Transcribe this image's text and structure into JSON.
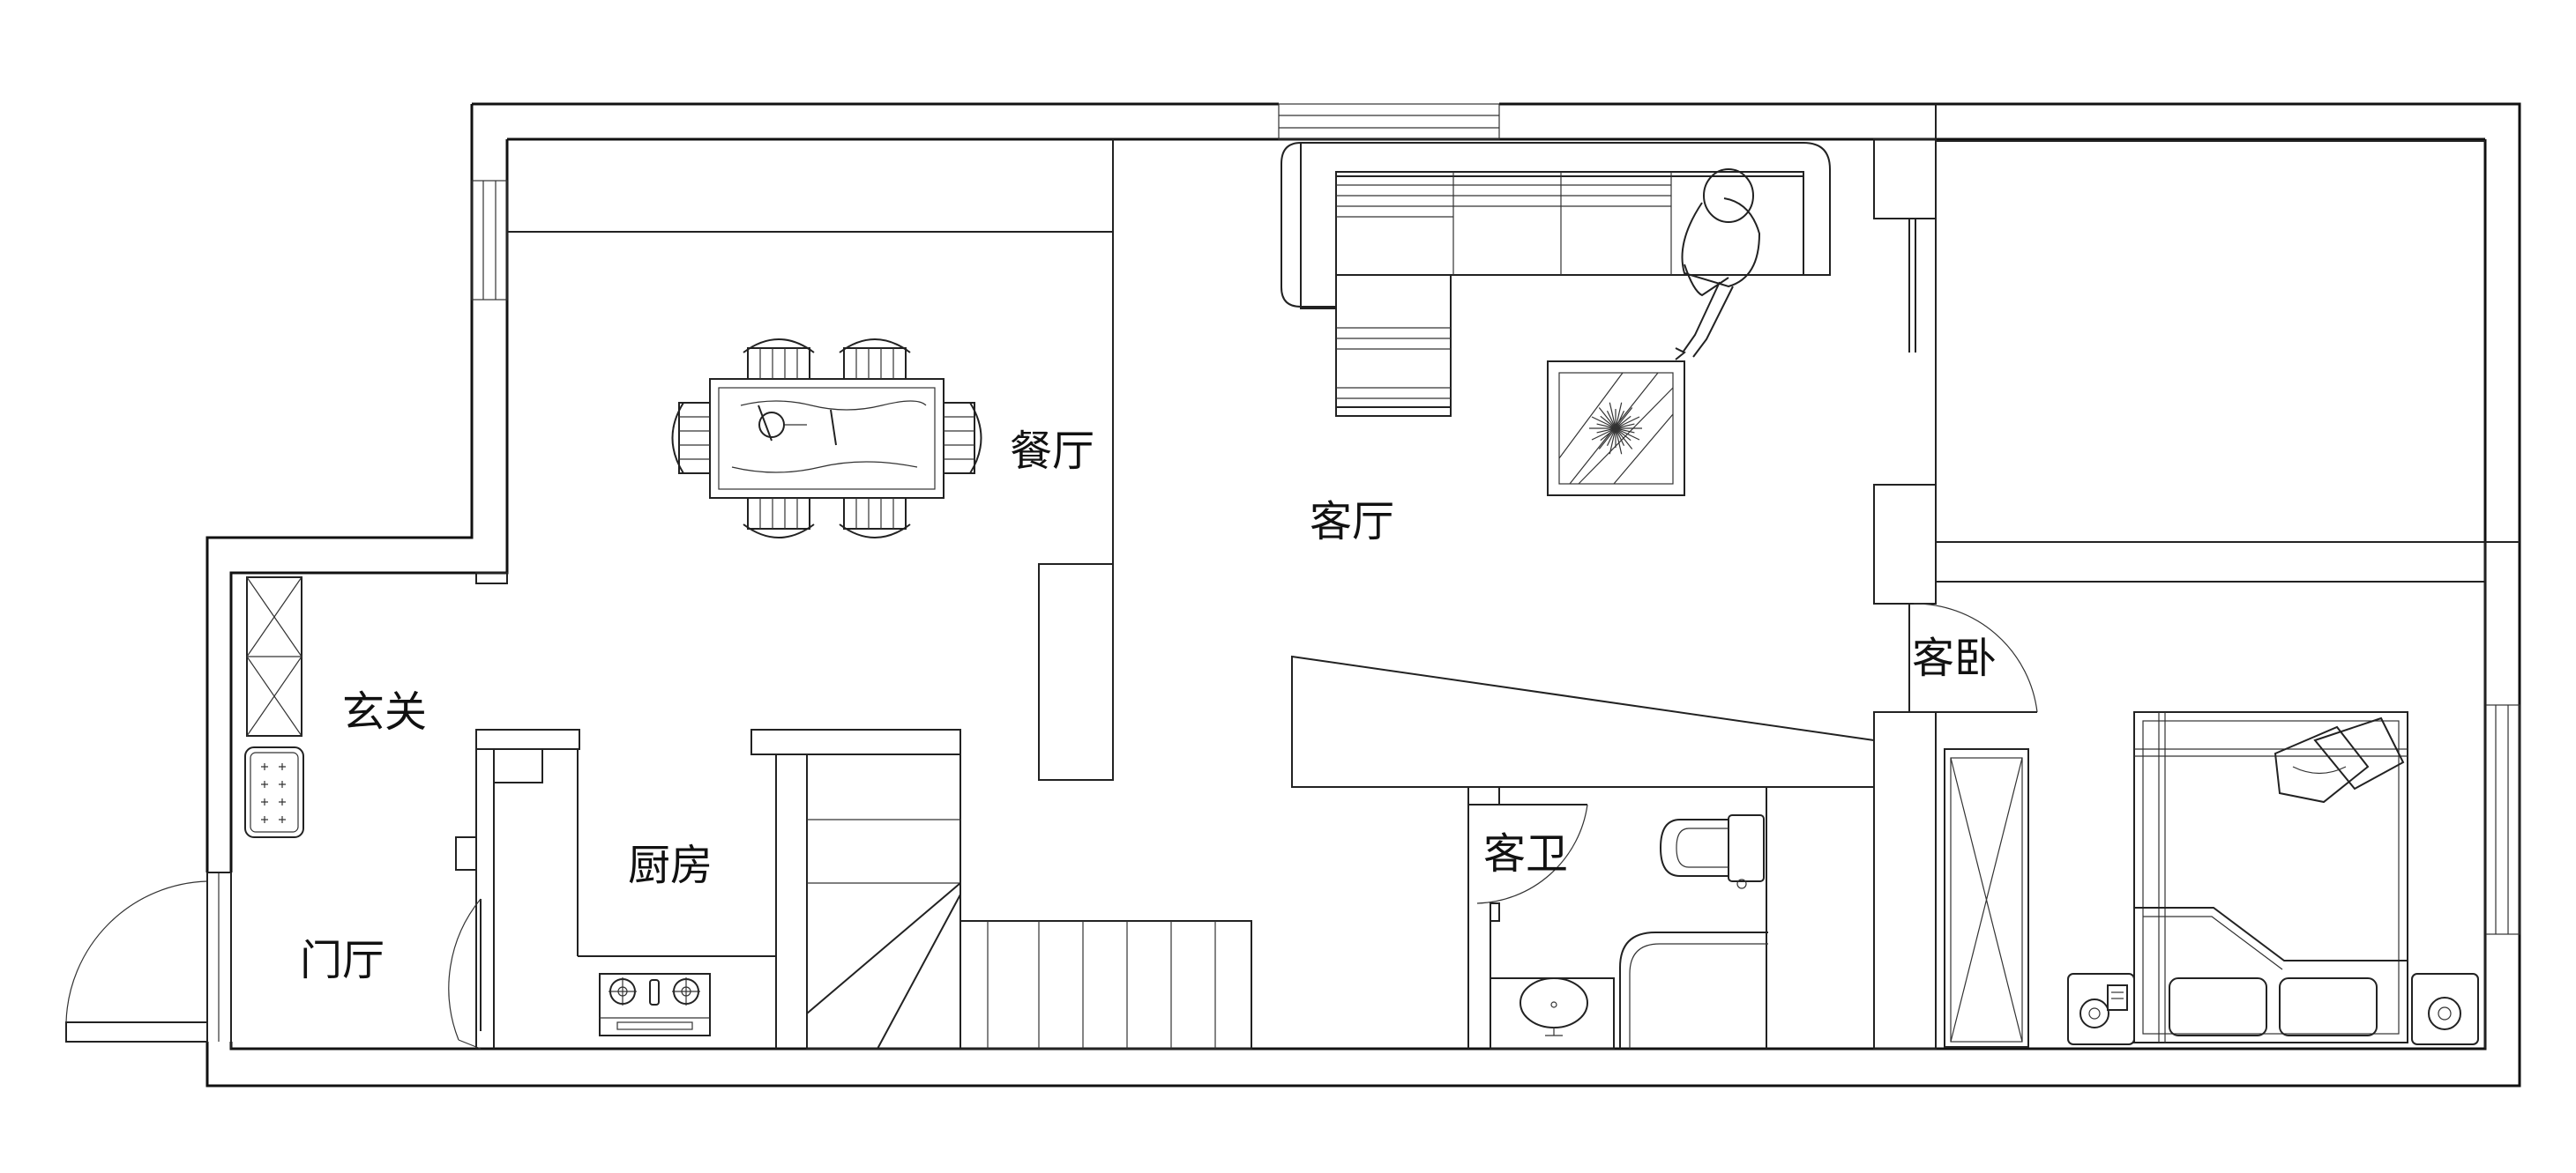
{
  "rooms": {
    "dining": "餐厅",
    "living": "客厅",
    "entrance_hall": "玄关",
    "guest_bedroom": "客卧",
    "kitchen": "厨房",
    "guest_bathroom": "客卫",
    "foyer": "门厅"
  },
  "colors": {
    "line": "#111111",
    "background": "#ffffff"
  }
}
